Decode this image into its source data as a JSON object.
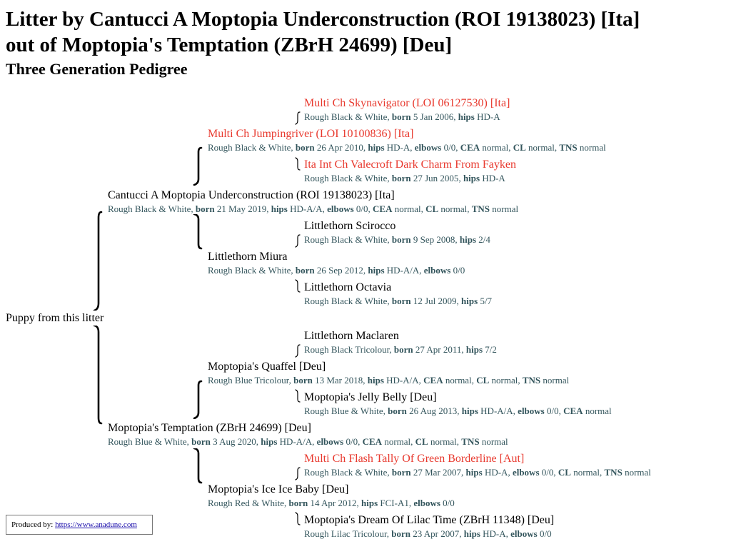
{
  "header": {
    "title_line1": "Litter by Cantucci A Moptopia Underconstruction (ROI 19138023) [Ita]",
    "title_line2": "out of Moptopia's Temptation (ZBrH 24699) [Deu]",
    "subtitle": "Three Generation Pedigree"
  },
  "puppy_label": "Puppy from this litter",
  "labels": {
    "born": "born",
    "hips": "hips",
    "elbows": "elbows",
    "cea": "CEA",
    "cl": "CL",
    "tns": "TNS"
  },
  "dogs": {
    "sire_sire_sire": {
      "name": "Multi Ch Skynavigator (LOI 06127530) [Ita]",
      "color": "Rough Black & White",
      "born": "5 Jan 2006",
      "hips": "HD-A"
    },
    "sire_sire": {
      "name": "Multi Ch Jumpingriver (LOI 10100836) [Ita]",
      "color": "Rough Black & White",
      "born": "26 Apr 2010",
      "hips": "HD-A",
      "elbows": "0/0",
      "cea": "normal",
      "cl": "normal",
      "tns": "normal"
    },
    "sire_sire_dam": {
      "name": "Ita Int Ch Valecroft Dark Charm From Fayken",
      "color": "Rough Black & White",
      "born": "27 Jun 2005",
      "hips": "HD-A"
    },
    "sire": {
      "name": "Cantucci A Moptopia Underconstruction (ROI 19138023) [Ita]",
      "color": "Rough Black & White",
      "born": "21 May 2019",
      "hips": "HD-A/A",
      "elbows": "0/0",
      "cea": "normal",
      "cl": "normal",
      "tns": "normal"
    },
    "sire_dam_sire": {
      "name": "Littlethorn Scirocco",
      "color": "Rough Black & White",
      "born": "9 Sep 2008",
      "hips": "2/4"
    },
    "sire_dam": {
      "name": "Littlethorn Miura",
      "color": "Rough Black & White",
      "born": "26 Sep 2012",
      "hips": "HD-A/A",
      "elbows": "0/0"
    },
    "sire_dam_dam": {
      "name": "Littlethorn Octavia",
      "color": "Rough Black & White",
      "born": "12 Jul 2009",
      "hips": "5/7"
    },
    "dam_sire_sire": {
      "name": "Littlethorn Maclaren",
      "color": "Rough Black Tricolour",
      "born": "27 Apr 2011",
      "hips": "7/2"
    },
    "dam_sire": {
      "name": "Moptopia's Quaffel [Deu]",
      "color": "Rough Blue Tricolour",
      "born": "13 Mar 2018",
      "hips": "HD-A/A",
      "cea": "normal",
      "cl": "normal",
      "tns": "normal"
    },
    "dam_sire_dam": {
      "name": "Moptopia's Jelly Belly [Deu]",
      "color": "Rough Blue & White",
      "born": "26 Aug 2013",
      "hips": "HD-A/A",
      "elbows": "0/0",
      "cea": "normal"
    },
    "dam": {
      "name": "Moptopia's Temptation (ZBrH 24699) [Deu]",
      "color": "Rough Blue & White",
      "born": "3 Aug 2020",
      "hips": "HD-A/A",
      "elbows": "0/0",
      "cea": "normal",
      "cl": "normal",
      "tns": "normal"
    },
    "dam_dam_sire": {
      "name": "Multi Ch Flash Tally Of Green Borderline [Aut]",
      "color": "Rough Black & White",
      "born": "27 Mar 2007",
      "hips": "HD-A",
      "elbows": "0/0",
      "cl": "normal",
      "tns": "normal"
    },
    "dam_dam": {
      "name": "Moptopia's Ice Ice Baby [Deu]",
      "color": "Rough Red & White",
      "born": "14 Apr 2012",
      "hips": "FCI-A1",
      "elbows": "0/0"
    },
    "dam_dam_dam": {
      "name": "Moptopia's Dream Of Lilac Time (ZBrH 11348) [Deu]",
      "color": "Rough Lilac Tricolour",
      "born": "23 Apr 2007",
      "hips": "HD-A",
      "elbows": "0/0"
    }
  },
  "footer": {
    "produced_by": "Produced by:",
    "link_text": "https://www.anadune.com"
  },
  "colors": {
    "champion_name": "#e8392e",
    "details_text": "#33555c",
    "normal_name": "#000000",
    "link": "#1a0dab"
  }
}
